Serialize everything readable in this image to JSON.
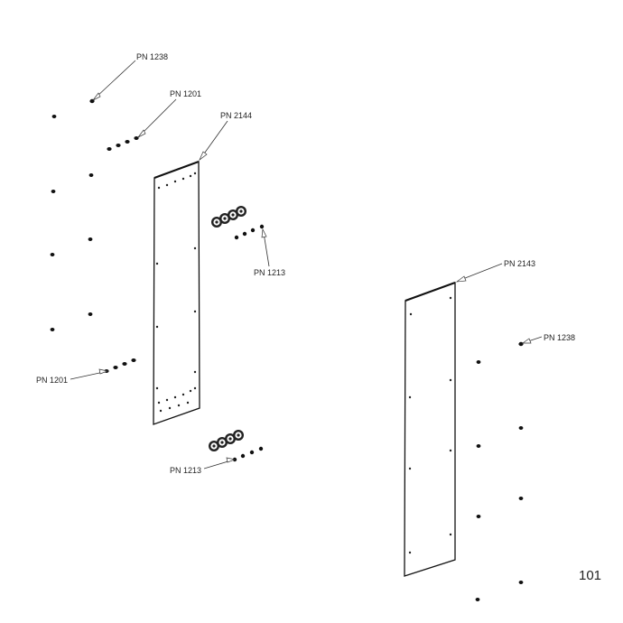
{
  "labels": {
    "pn1238_top": "PN 1238",
    "pn1201_top": "PN 1201",
    "pn2144": "PN 2144",
    "pn1213_top": "PN 1213",
    "pn1201_bottom": "PN 1201",
    "pn1213_bottom": "PN 1213",
    "pn2143": "PN 2143",
    "pn1238_right": "PN 1238"
  },
  "page_number": "101",
  "colors": {
    "line": "#111111",
    "background": "#ffffff"
  }
}
